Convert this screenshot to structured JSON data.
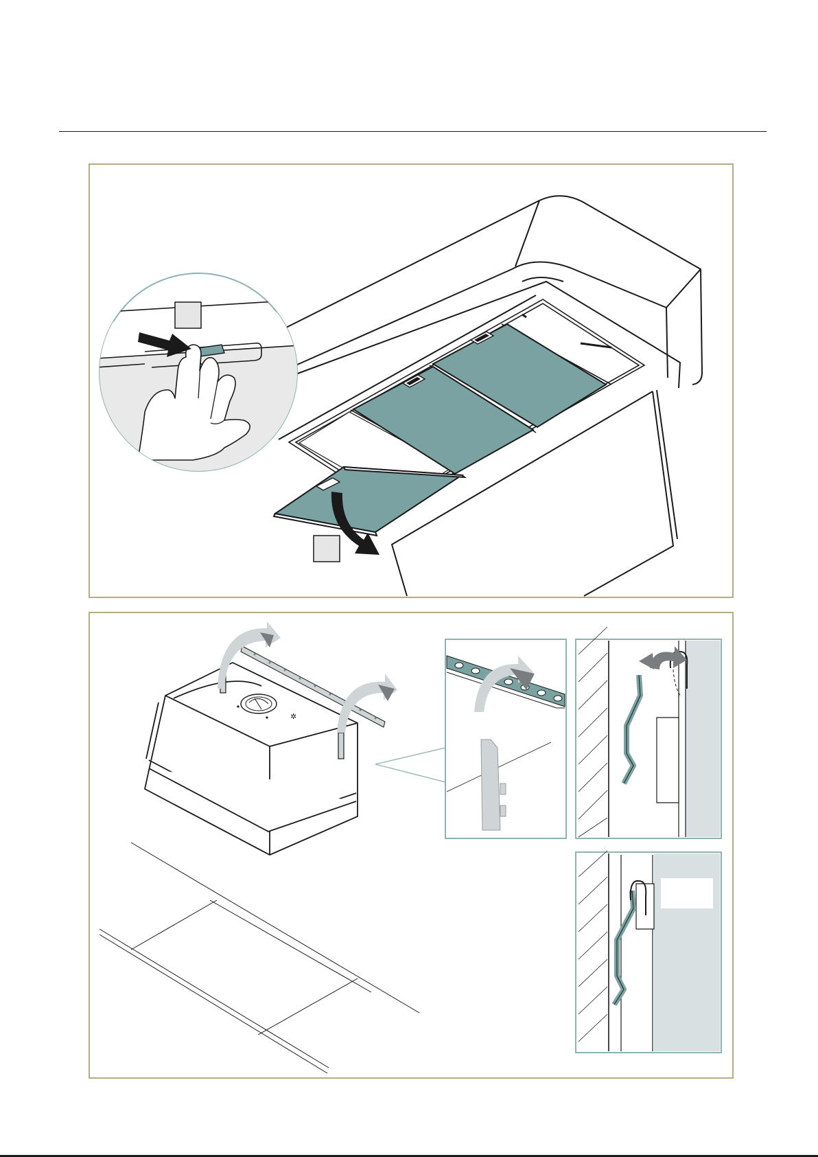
{
  "colors": {
    "filter": "#7aa2a2",
    "outline": "#1a1a1a",
    "frame": "#b7aa84",
    "inset_border": "#8fb3b3",
    "wall_panel": "#d8e0e2",
    "arrow_light": "#cfd4d6",
    "arrow_dark": "#7a7d80",
    "hand_bg": "#e9e9e9"
  },
  "figures": {
    "step1": {
      "description_icons": [
        "push-arrow-icon",
        "pull-down-arrow-icon"
      ],
      "step_boxes": [
        "step-box-1",
        "step-box-2"
      ]
    },
    "step2": {
      "insets": [
        "bracket-detail-inset",
        "hook-before-inset",
        "hook-after-inset"
      ]
    }
  }
}
